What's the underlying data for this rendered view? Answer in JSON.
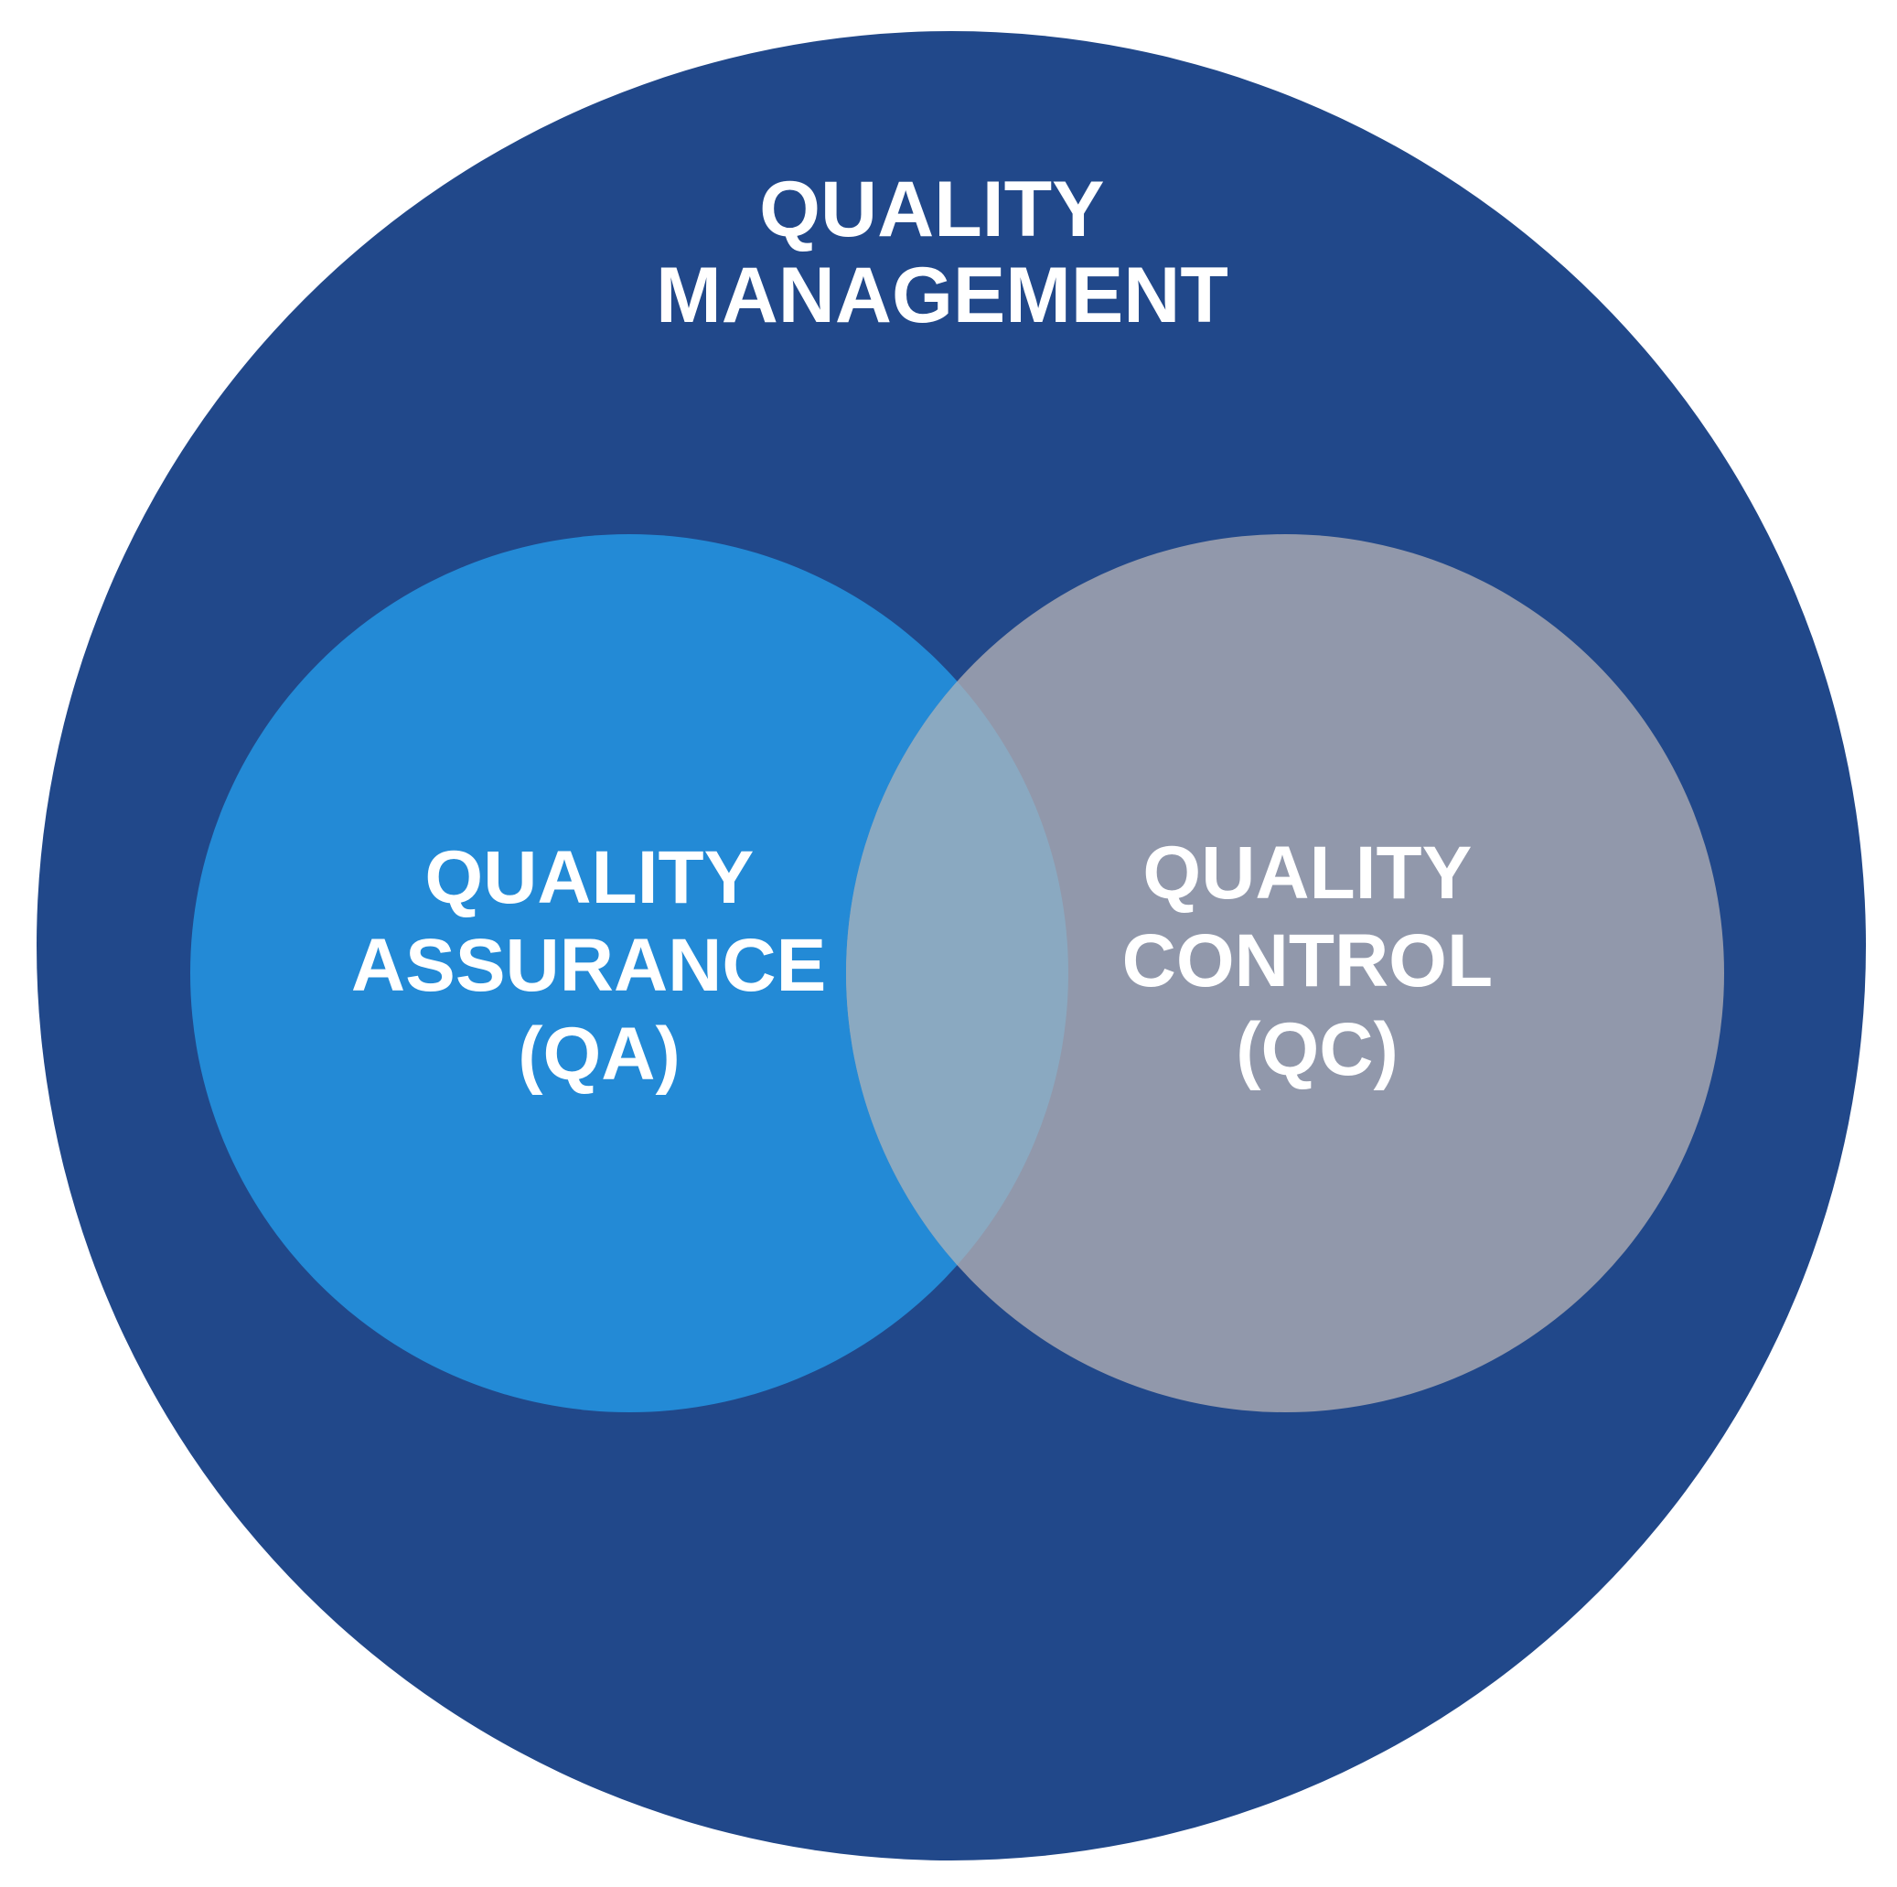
{
  "diagram": {
    "outer": {
      "lines": [
        "QUALITY",
        "MANAGEMENT"
      ],
      "color": "#21488A"
    },
    "qa": {
      "lines": [
        "QUALITY",
        "ASSURANCE",
        "(QA)"
      ],
      "color": "#238AD6"
    },
    "qc": {
      "lines": [
        "QUALITY",
        "CONTROL",
        "(QC)"
      ],
      "color": "#9198AB"
    },
    "overlap": {
      "color": "#8AA9C1"
    }
  }
}
